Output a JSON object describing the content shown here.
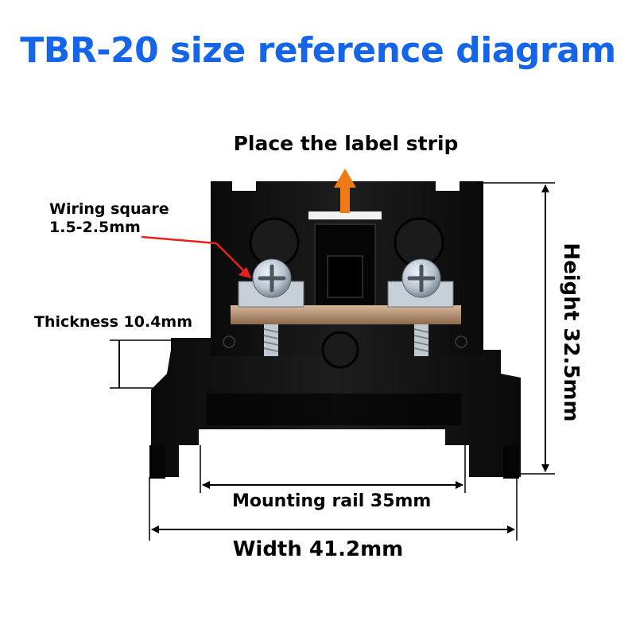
{
  "title": "TBR-20 size reference diagram",
  "labels": {
    "label_strip": "Place the label strip",
    "wiring_line1": "Wiring square",
    "wiring_line2": "1.5-2.5mm",
    "thickness": "Thickness 10.4mm",
    "height": "Height 32.5mm",
    "mounting_rail": "Mounting rail 35mm",
    "width": "Width 41.2mm"
  },
  "colors": {
    "title": "#1565e8",
    "block": "#111111",
    "pointer_arrow": "#e8211c",
    "up_arrow": "#f07a16",
    "dimension_lines": "#000000",
    "metal_plate": "#b08a6a",
    "screw": "#bcc6d0"
  },
  "icons": {
    "up_arrow": "arrow-up-icon",
    "pointer": "pointer-arrow-icon"
  }
}
